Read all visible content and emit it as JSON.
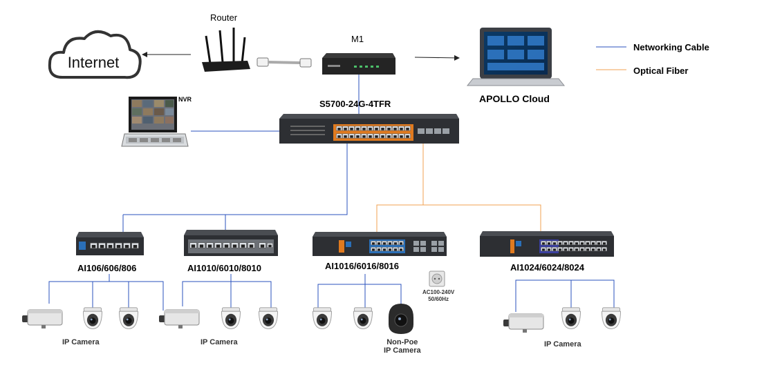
{
  "labels": {
    "router": "Router",
    "m1": "M1",
    "core_switch": "S5700-24G-4TFR",
    "cloud_service": "APOLLO Cloud",
    "nvr": "NVR",
    "internet": "Internet"
  },
  "legend": {
    "networking_cable": "Networking Cable",
    "optical_fiber": "Optical Fiber"
  },
  "access_switches": [
    {
      "name": "AI106/606/806"
    },
    {
      "name": "AI1010/6010/8010"
    },
    {
      "name": "AI1016/6016/8016"
    },
    {
      "name": "AI1024/6024/8024"
    }
  ],
  "camera_labels": {
    "group1": "IP Camera",
    "group2": "IP Camera",
    "group3_line1": "Non-Poe",
    "group3_line2": "IP Camera",
    "group4": "IP Camera"
  },
  "power_note": {
    "line1": "AC100-240V",
    "line2": "50/60Hz"
  },
  "colors": {
    "networking_cable": "#2a52be",
    "optical_fiber": "#f0a050",
    "switch_body": "#2d2f33",
    "accent_orange": "#e07a1f",
    "accent_blue": "#2a6fb8"
  },
  "icons": [
    "cloud-icon",
    "router-icon",
    "ethernet-cable-icon",
    "m1-controller-icon",
    "laptop-icon",
    "nvr-icon",
    "switch-icon",
    "bullet-camera-icon",
    "dome-camera-icon",
    "power-outlet-icon"
  ]
}
